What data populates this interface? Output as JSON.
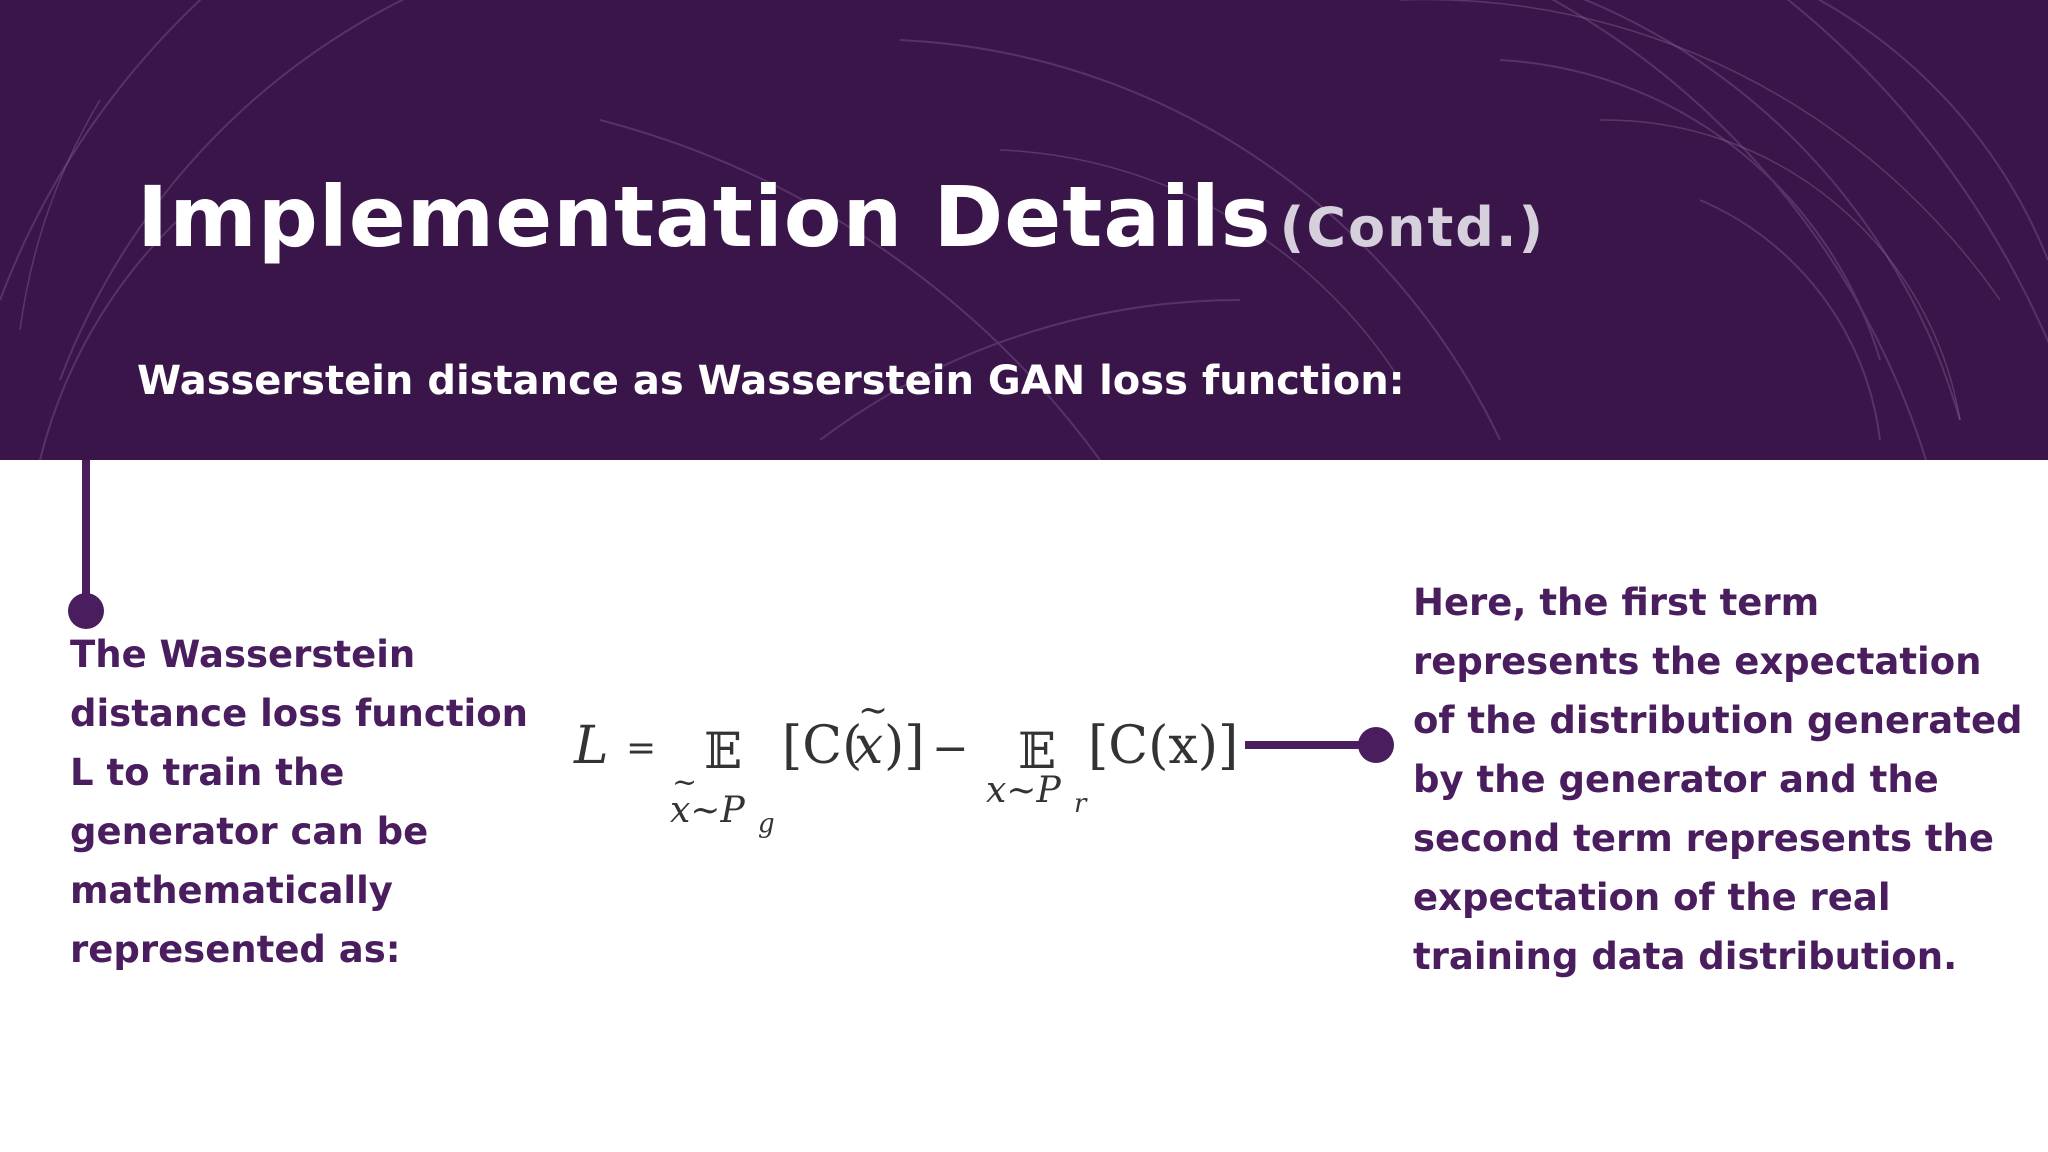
{
  "header": {
    "title": "Implementation Details",
    "title_suffix": "(Contd.)",
    "subtitle": "Wasserstein distance as Wasserstein GAN loss function:",
    "background_color": "#3a1549"
  },
  "left_text": "The Wasserstein distance loss function L to train the generator can be mathematically represented as:",
  "formula": {
    "lhs": "L",
    "equals": "=",
    "expect": "𝔼",
    "term1_bracket_open": "[C(",
    "term1_var": "x",
    "term1_tilde": "~",
    "term1_bracket_close": ")]",
    "minus": "−",
    "term2": "[C(x)]",
    "sub1_tilde": "~",
    "sub1": "x∼P",
    "sub1_index": "g",
    "sub2": "x∼P",
    "sub2_index": "r"
  },
  "right_text": "Here, the first term represents the expectation of the distribution generated by the generator and the second term represents the expectation of the real training data distribution.",
  "colors": {
    "accent": "#4a1d5e",
    "header": "#3a1549",
    "text_light": "#ffffff"
  }
}
